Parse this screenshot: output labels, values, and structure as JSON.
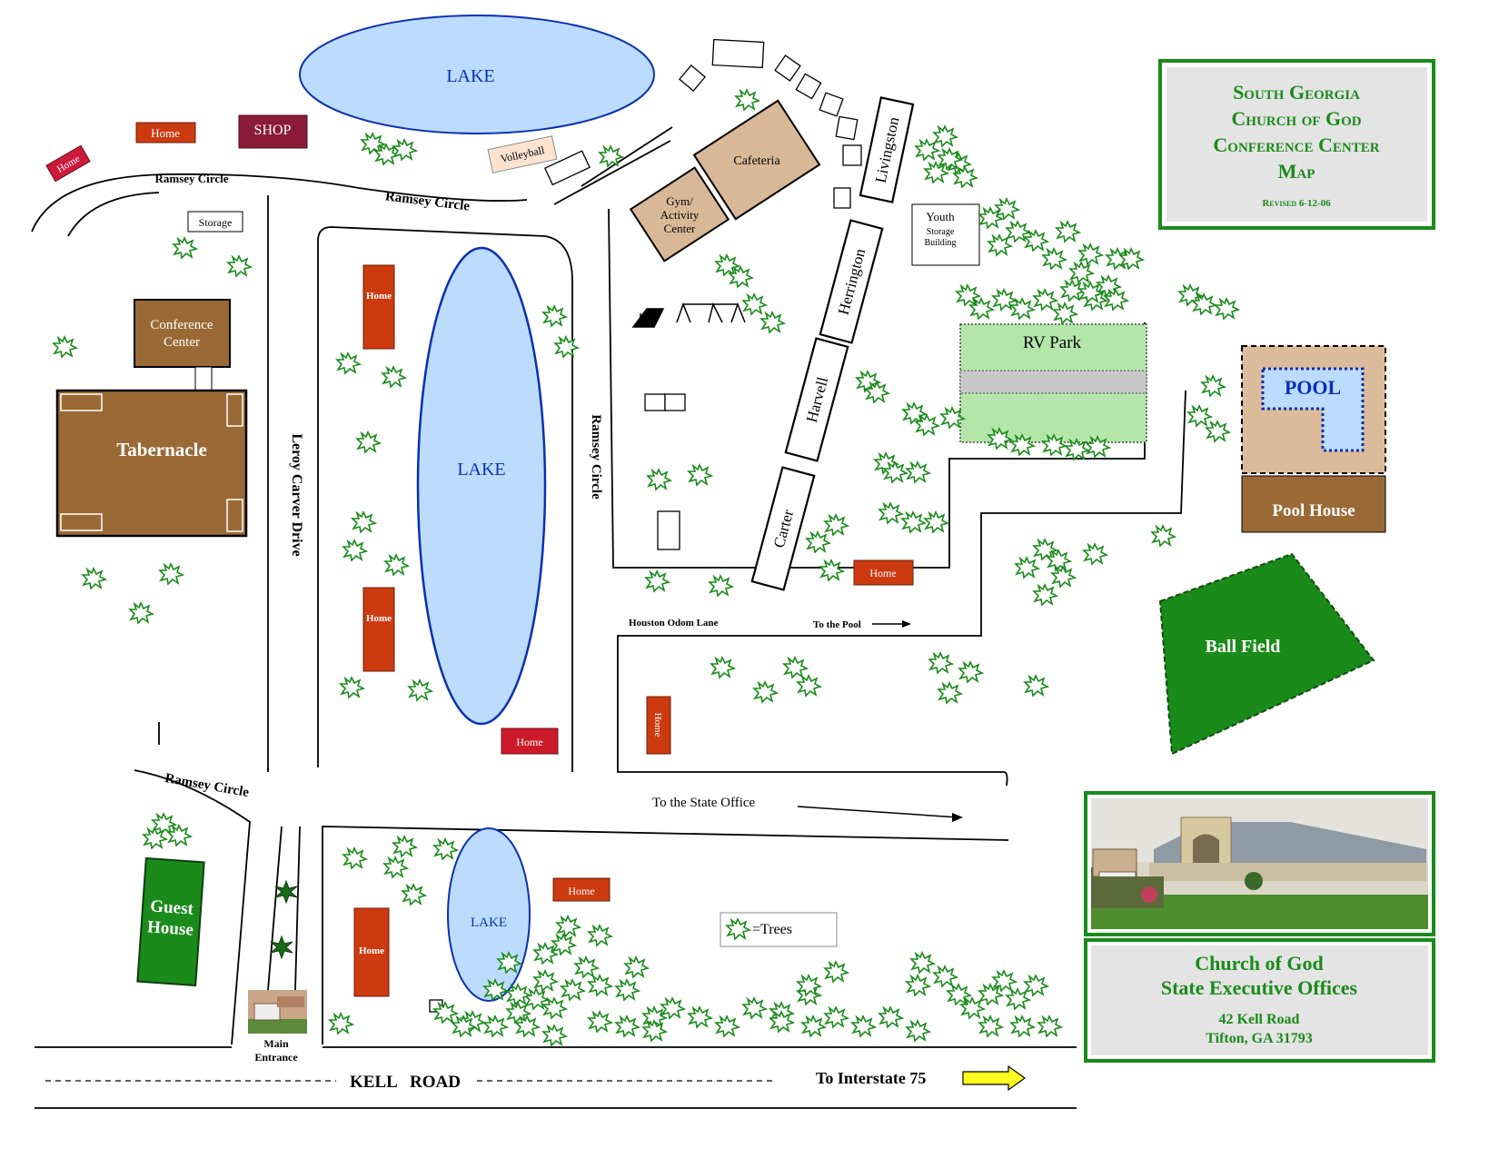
{
  "title": {
    "line1": "South Georgia",
    "line2": "Church of God",
    "line3": "Conference Center",
    "line4": "Map",
    "revised": "Revised 6-12-06"
  },
  "roads": {
    "ramsey_circle_1": "Ramsey Circle",
    "ramsey_circle_2": "Ramsey Circle",
    "ramsey_circle_3": "Ramsey Circle",
    "ramsey_circle_4": "Ramsey Circle",
    "leroy_carver_drive": "Leroy Carver Drive",
    "houston_odom_lane": "Houston  Odom Lane",
    "to_the_pool": "To the Pool",
    "to_the_state_office": "To the State Office",
    "kell_road": "KELL   ROAD",
    "to_interstate": "To Interstate 75"
  },
  "buildings": {
    "lake_top": "LAKE",
    "lake_middle": "LAKE",
    "lake_bottom": "LAKE",
    "shop": "SHOP",
    "home": "Home",
    "storage": "Storage",
    "conference_center_1": "Conference",
    "conference_center_2": "Center",
    "tabernacle": "Tabernacle",
    "volleyball": "Volleyball",
    "cafeteria": "Cafeteria",
    "gym_1": "Gym/",
    "gym_2": "Activity",
    "gym_3": "Center",
    "livingston": "Livingston",
    "herrington": "Herrington",
    "harvell": "Harvell",
    "carter": "Carter",
    "youth_1": "Youth",
    "youth_2": "Storage",
    "youth_3": "Building",
    "rv_park": "RV Park",
    "pool": "POOL",
    "pool_house": "Pool House",
    "ball_field": "Ball Field",
    "guest_house_1": "Guest",
    "guest_house_2": "House",
    "main_entrance_1": "Main",
    "main_entrance_2": "Entrance"
  },
  "legend": {
    "trees": "=Trees"
  },
  "office": {
    "name_1": "Church of God",
    "name_2": "State Executive Offices",
    "address_1": "42 Kell Road",
    "address_2": "Tifton, GA  31793"
  },
  "colors": {
    "lake": "#bcdcff",
    "lake_border": "#0a2fb4",
    "home": "#cc3a10",
    "shop": "#8b1a3a",
    "brown_building": "#9a6a36",
    "tan_building": "#d8b896",
    "rv_park": "#b4e6aa",
    "ball_field": "#1a8a1a",
    "guest_house": "#1a8a1a",
    "green_text": "#1a8a1a",
    "title_bg": "#e4e4e4",
    "tree": "#1a8a1a"
  }
}
